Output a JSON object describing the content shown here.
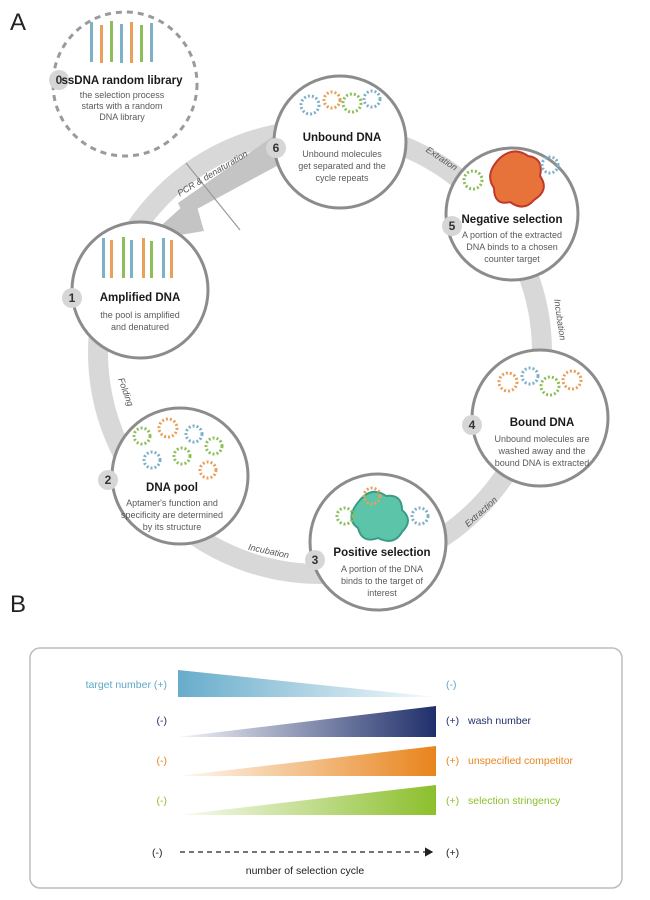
{
  "panels": {
    "a": "A",
    "b": "B"
  },
  "stages": [
    {
      "id": "s0",
      "number": "0",
      "title": "ssDNA random library",
      "lines": [
        "the selection process",
        "starts with a random",
        "DNA library"
      ]
    },
    {
      "id": "s6",
      "number": "6",
      "title": "Unbound DNA",
      "lines": [
        "Unbound molecules",
        "get separated and the",
        "cycle repeats"
      ]
    },
    {
      "id": "s5",
      "number": "5",
      "title": "Negative selection",
      "lines": [
        "A portion of the extracted",
        "DNA binds to a chosen",
        "counter target"
      ]
    },
    {
      "id": "s4",
      "number": "4",
      "title": "Bound DNA",
      "lines": [
        "Unbound molecules are",
        "washed away and the",
        "bound DNA is extracted"
      ]
    },
    {
      "id": "s3",
      "number": "3",
      "title": "Positive selection",
      "lines": [
        "A portion of the DNA",
        "binds to the target of",
        "interest"
      ]
    },
    {
      "id": "s2",
      "number": "2",
      "title": "DNA pool",
      "lines": [
        "Aptamer's function and",
        "specificity are determined",
        "by its structure"
      ]
    },
    {
      "id": "s1",
      "number": "1",
      "title": "Amplified DNA",
      "lines": [
        "the pool is amplified",
        "and denatured"
      ]
    }
  ],
  "transitions": {
    "pcr": "PCR & denaturation",
    "extration": "Extration",
    "incubation_right": "Incubation",
    "extraction": "Extraction",
    "incubation_bottom": "Incubation",
    "folding": "Folding"
  },
  "gradients": [
    {
      "id": "target",
      "left": "target number (+)",
      "right": "(-)",
      "direction": "decreasing",
      "color": "#5fa8c8"
    },
    {
      "id": "wash",
      "left": "(-)",
      "right": "(+)",
      "right_label": "wash number",
      "direction": "increasing",
      "color": "#1f2f6b"
    },
    {
      "id": "competitor",
      "left": "(-)",
      "right": "(+)",
      "right_label": "unspecified competitor",
      "direction": "increasing",
      "color": "#e8841c"
    },
    {
      "id": "stringency",
      "left": "(-)",
      "right": "(+)",
      "right_label": "selection stringency",
      "direction": "increasing",
      "color": "#8cbf2c"
    }
  ],
  "axis": {
    "left": "(-)",
    "right": "(+)",
    "label": "number of selection cycle"
  },
  "colors": {
    "negative_target": "#e8733a",
    "positive_target": "#5cc4a8",
    "ring": "#d8d8d8",
    "circle_border": "#8c8c8c"
  }
}
